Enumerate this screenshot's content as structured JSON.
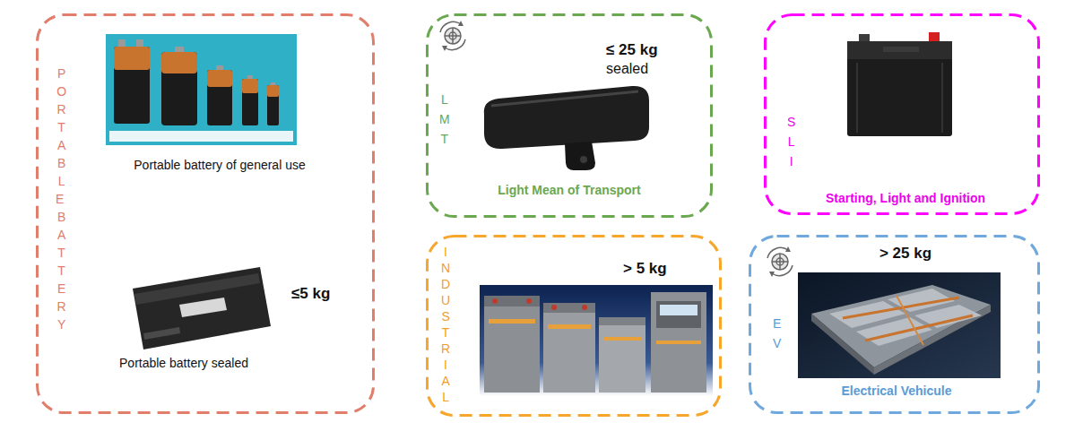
{
  "diagram": {
    "nodes": [
      {
        "text": [
          "PORTABLE BATTERY",
          "Portable battery of general use",
          "≤5 kg",
          "Portable battery sealed"
        ]
      },
      {
        "text": [
          "LMT",
          "≤ 25 kg",
          "sealed",
          "Light Mean of Transport"
        ]
      },
      {
        "text": [
          "SLI",
          "Starting, Light and Ignition"
        ]
      },
      {
        "text": [
          "INDUSTRIAL",
          "> 5 kg"
        ]
      },
      {
        "text": [
          "> 25 kg",
          "EV",
          "Electrical Vehicule"
        ]
      }
    ]
  }
}
